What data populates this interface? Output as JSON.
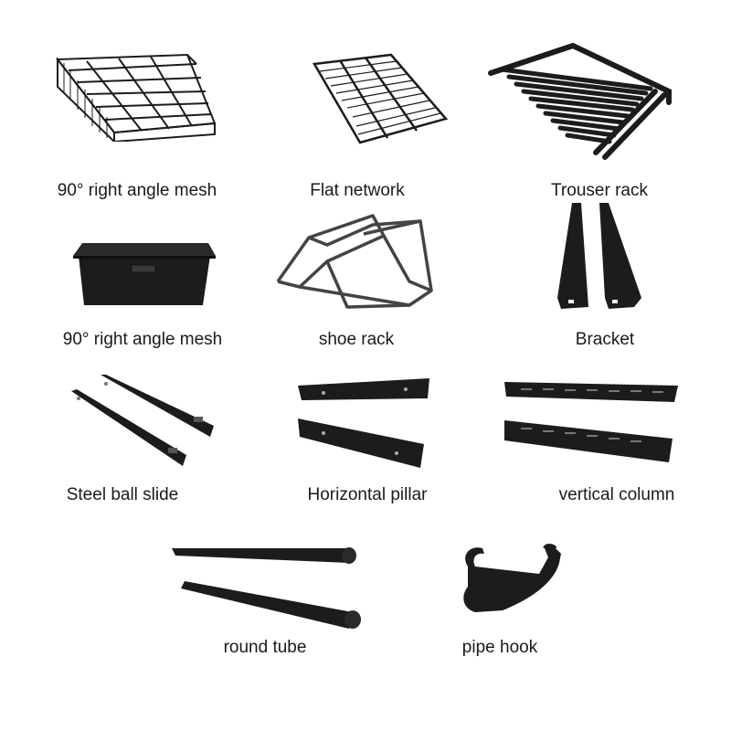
{
  "colors": {
    "metal": "#1c1c1c",
    "background": "#ffffff",
    "text": "#1a1a1a"
  },
  "items": [
    {
      "label": "90° right angle mesh",
      "icon": "wire-basket-mesh-icon"
    },
    {
      "label": "Flat network",
      "icon": "flat-wire-shelf-icon"
    },
    {
      "label": "Trouser rack",
      "icon": "trouser-rack-icon"
    },
    {
      "label": "90° right angle mesh",
      "icon": "mesh-drawer-basket-icon"
    },
    {
      "label": "shoe rack",
      "icon": "shoe-rack-icon"
    },
    {
      "label": "Bracket",
      "icon": "bracket-icon"
    },
    {
      "label": "Steel ball slide",
      "icon": "ball-slide-icon"
    },
    {
      "label": "Horizontal pillar",
      "icon": "horizontal-rail-icon"
    },
    {
      "label": "vertical column",
      "icon": "vertical-column-icon"
    },
    {
      "label": "round tube",
      "icon": "round-tube-icon"
    },
    {
      "label": "pipe hook",
      "icon": "pipe-hook-icon"
    }
  ]
}
